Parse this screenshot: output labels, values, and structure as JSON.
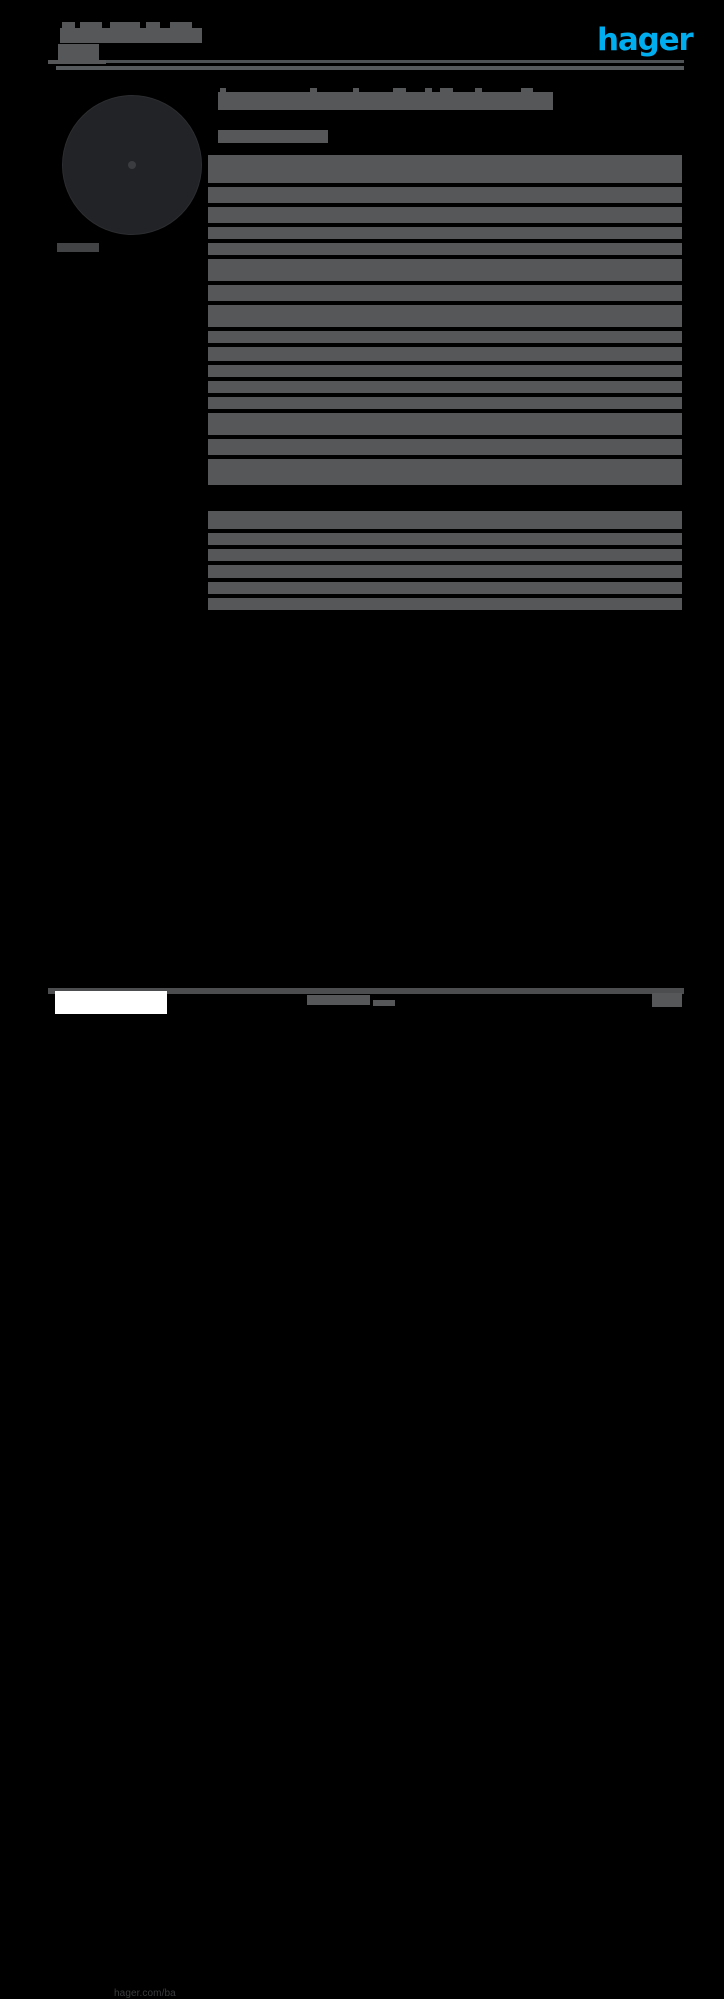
{
  "document": {
    "kind": "product-datasheet",
    "brand": "hager",
    "background_color": "#000000",
    "redaction_color": "#555759",
    "accent_color": "#00AEEF"
  },
  "header": {
    "logo_text": "hager",
    "title_line_1": "",
    "title_line_2": "",
    "rule_visible": true
  },
  "product": {
    "image_alt": "round ceiling sensor",
    "body_color": "#222326",
    "lens_color": "#3a3c40",
    "caption": ""
  },
  "main": {
    "title": "",
    "subtitle": "",
    "table_rows": [
      {
        "id": "row-1",
        "label": "",
        "value": "",
        "height": 28,
        "indent": 0
      },
      {
        "id": "row-2",
        "label": "",
        "value": "",
        "height": 16,
        "indent": 60
      },
      {
        "id": "row-3",
        "label": "",
        "value": "",
        "height": 16,
        "indent": 0
      },
      {
        "id": "row-4",
        "label": "",
        "value": "",
        "height": 12,
        "indent": 50
      },
      {
        "id": "row-5",
        "label": "",
        "value": "",
        "height": 12,
        "indent": 90
      },
      {
        "id": "row-6",
        "label": "",
        "value": "",
        "height": 22,
        "indent": 0
      },
      {
        "id": "row-7",
        "label": "",
        "value": "",
        "height": 16,
        "indent": 60
      },
      {
        "id": "row-8",
        "label": "",
        "value": "",
        "height": 22,
        "indent": 0
      },
      {
        "id": "row-9",
        "label": "",
        "value": "",
        "height": 12,
        "indent": 56
      },
      {
        "id": "row-10",
        "label": "",
        "value": "",
        "height": 14,
        "indent": 0
      },
      {
        "id": "row-11",
        "label": "",
        "value": "",
        "height": 12,
        "indent": 70
      },
      {
        "id": "row-12",
        "label": "",
        "value": "",
        "height": 12,
        "indent": 80
      },
      {
        "id": "row-13",
        "label": "",
        "value": "",
        "height": 12,
        "indent": 62
      },
      {
        "id": "row-14",
        "label": "",
        "value": "",
        "height": 22,
        "indent": 0
      },
      {
        "id": "row-15",
        "label": "",
        "value": "",
        "height": 16,
        "indent": 46
      },
      {
        "id": "row-16",
        "label": "",
        "value": "",
        "height": 26,
        "indent": 0
      }
    ],
    "section_2_rows": [
      {
        "id": "s2-row-1",
        "label": "",
        "value": "",
        "height": 18,
        "indent": 0
      },
      {
        "id": "s2-row-2",
        "label": "",
        "value": "",
        "height": 12,
        "indent": 96
      },
      {
        "id": "s2-row-3",
        "label": "",
        "value": "",
        "height": 12,
        "indent": 0
      },
      {
        "id": "s2-row-4",
        "label": "",
        "value": "",
        "height": 18,
        "indent": 0
      }
    ],
    "section_3_rows": [
      {
        "id": "s3-row-1",
        "label": "",
        "value": "",
        "height": 12,
        "indent": 0
      },
      {
        "id": "s3-row-2",
        "label": "",
        "value": "",
        "height": 12,
        "indent": 38
      },
      {
        "id": "s3-row-3",
        "label": "",
        "value": "",
        "height": 12,
        "indent": 38
      }
    ]
  },
  "footer": {
    "url": "hager.com/ba",
    "center_text": "",
    "right_text": "",
    "page_number": ""
  }
}
